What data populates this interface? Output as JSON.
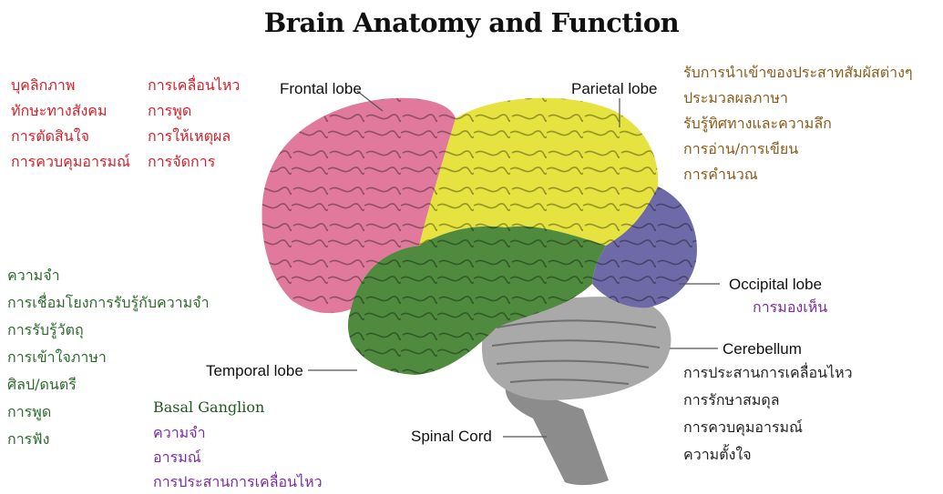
{
  "title": "Brain Anatomy and Function",
  "lobes": {
    "frontal": "Frontal lobe",
    "parietal": "Parietal lobe",
    "occipital": "Occipital lobe",
    "cerebellum": "Cerebellum",
    "temporal": "Temporal lobe",
    "spinal": "Spinal Cord"
  },
  "frontal_functions_left": [
    "บุคลิกภาพ",
    "ทักษะทางสังคม",
    "การตัดสินใจ",
    "การควบคุมอารมณ์"
  ],
  "frontal_functions_right": [
    "การเคลื่อนไหว",
    "การพูด",
    "การให้เหตุผล",
    "การจัดการ"
  ],
  "parietal_functions": [
    "รับการนำเข้าของประสาทสัมผัสต่างๆ",
    "ประมวลผลภาษา",
    "รับรู้ทิศทางและความลึก",
    "การอ่าน/การเขียน",
    "การคำนวณ"
  ],
  "temporal_functions": [
    "ความจำ",
    "การเชื่อมโยงการรับรู้กับความจำ",
    "การรับรู้วัตถุ",
    "การเข้าใจภาษา",
    "ศิลป/ดนตรี",
    "การพูด",
    "การฟัง"
  ],
  "basal": {
    "heading": "Basal Ganglion",
    "items": [
      "ความจำ",
      "อารมณ์",
      "การประสานการเคลื่อนไหว"
    ]
  },
  "occipital_functions": [
    "การมองเห็น"
  ],
  "cerebellum_functions": [
    "การประสานการเคลื่อนไหว",
    "การรักษาสมดุล",
    "การควบคุมอารมณ์",
    "ความตั้งใจ"
  ],
  "colors": {
    "frontal": "#e0799b",
    "parietal": "#e6e23f",
    "occipital": "#6e6aa8",
    "temporal": "#4f8a3e",
    "cerebellum": "#a9a9a9",
    "brainstem": "#8c8c8c"
  }
}
